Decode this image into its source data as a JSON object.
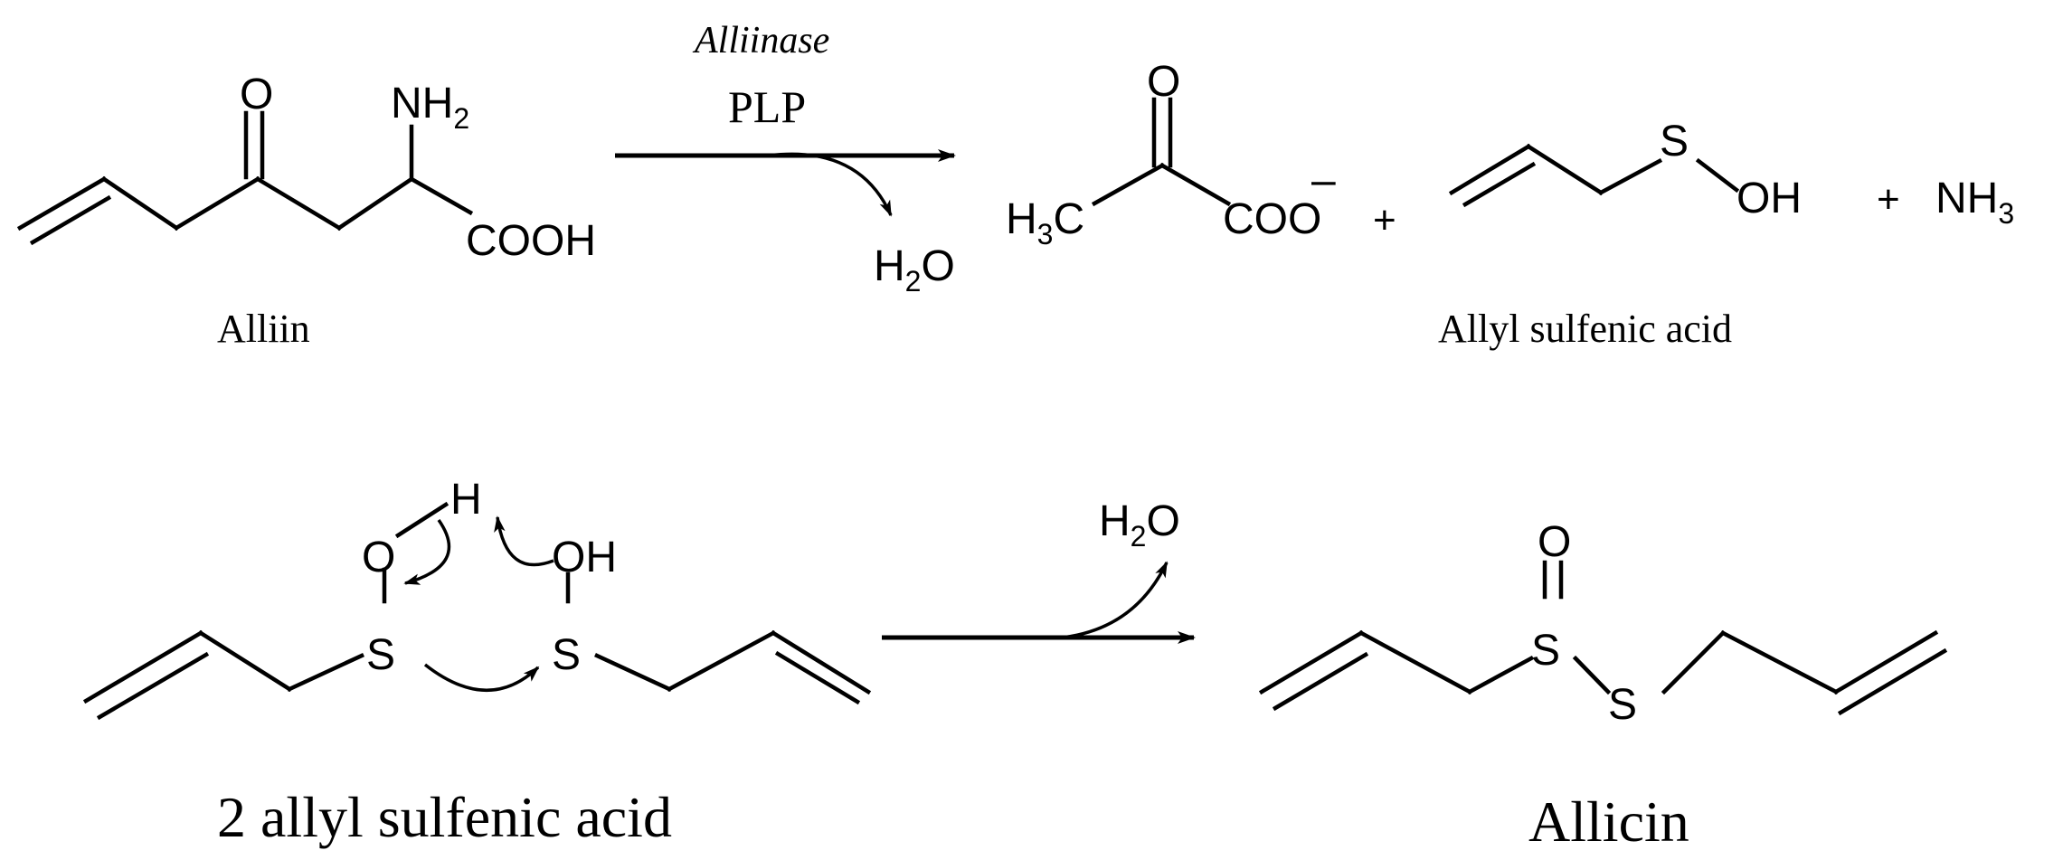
{
  "step1": {
    "reagent_enzyme": "Alliinase",
    "reagent_cofactor": "PLP",
    "byproduct": {
      "main": "H",
      "sub": "2",
      "tail": "O"
    },
    "reactant": {
      "name": "Alliin",
      "o_label": "O",
      "nh2": {
        "main": "NH",
        "sub": "2"
      },
      "acid_label": "COOH"
    },
    "products": {
      "pyruvate": {
        "h3c_h": "H",
        "h3c_sub": "3",
        "h3c_c": "C",
        "o_label": "O",
        "coo_label": "COO",
        "charge": "–"
      },
      "plus_1": "+",
      "sulfenic": {
        "s_label": "S",
        "oh_label": "OH",
        "name": "Allyl sulfenic acid"
      },
      "plus_2": "+",
      "ammonia": {
        "main": "NH",
        "sub": "3"
      }
    }
  },
  "step2": {
    "reactant_name": "2 allyl sulfenic acid",
    "left": {
      "o_label": "O",
      "h_label": "H",
      "s_label": "S"
    },
    "right": {
      "oh_label": "OH",
      "s_label": "S"
    },
    "byproduct": {
      "main": "H",
      "sub": "2",
      "tail": "O"
    },
    "product": {
      "o_label": "O",
      "s1_label": "S",
      "s2_label": "S",
      "name": "Allicin"
    }
  }
}
